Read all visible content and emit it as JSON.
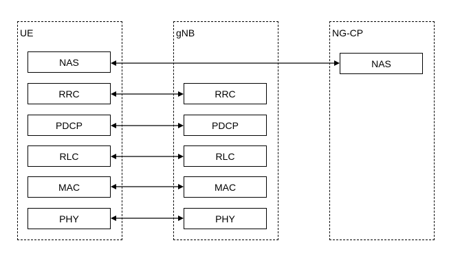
{
  "diagram": {
    "groups": [
      {
        "id": "ue",
        "label": "UE"
      },
      {
        "id": "gnb",
        "label": "gNB"
      },
      {
        "id": "ngcp",
        "label": "NG-CP"
      }
    ],
    "ue_layers": [
      "NAS",
      "RRC",
      "PDCP",
      "RLC",
      "MAC",
      "PHY"
    ],
    "gnb_layers": [
      "RRC",
      "PDCP",
      "RLC",
      "MAC",
      "PHY"
    ],
    "ngcp_layers": [
      "NAS"
    ],
    "links": [
      {
        "from": "UE NAS",
        "to": "NG-CP NAS",
        "style": "bidirectional"
      },
      {
        "from": "UE RRC",
        "to": "gNB RRC",
        "style": "bidirectional"
      },
      {
        "from": "UE PDCP",
        "to": "gNB PDCP",
        "style": "bidirectional"
      },
      {
        "from": "UE RLC",
        "to": "gNB RLC",
        "style": "bidirectional"
      },
      {
        "from": "UE MAC",
        "to": "gNB MAC",
        "style": "bidirectional"
      },
      {
        "from": "UE PHY",
        "to": "gNB PHY",
        "style": "bidirectional"
      }
    ]
  }
}
